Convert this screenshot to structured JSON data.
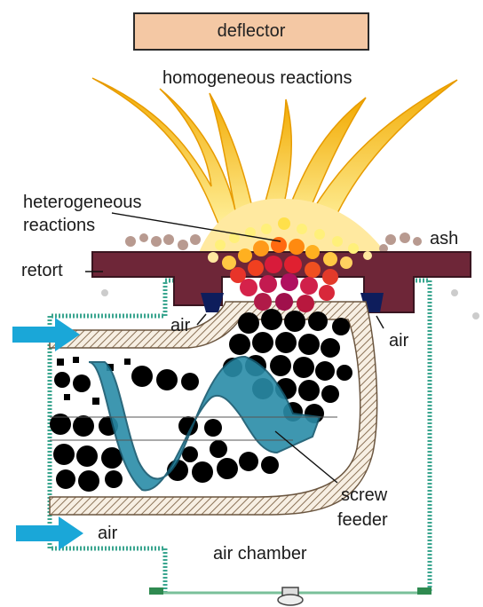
{
  "labels": {
    "deflector": "deflector",
    "homogeneous": "homogeneous reactions",
    "heterogeneous_line1": "heterogeneous",
    "heterogeneous_line2": "reactions",
    "ash": "ash",
    "retort": "retort",
    "air_left": "air",
    "air_right": "air",
    "air_bottom": "air",
    "screw_line1": "screw",
    "screw_line2": "feeder",
    "air_chamber": "air chamber"
  },
  "colors": {
    "deflector_fill": "#f4c8a4",
    "flame_outer": "#f4b400",
    "flame_inner": "#ffe98a",
    "retort": "#6e2638",
    "air_arrow": "#1aa7d8",
    "chamber_wall": "#3aa58f",
    "screw": "#2a8ca8",
    "fuel": "#000000",
    "hatch": "#b89f86"
  }
}
